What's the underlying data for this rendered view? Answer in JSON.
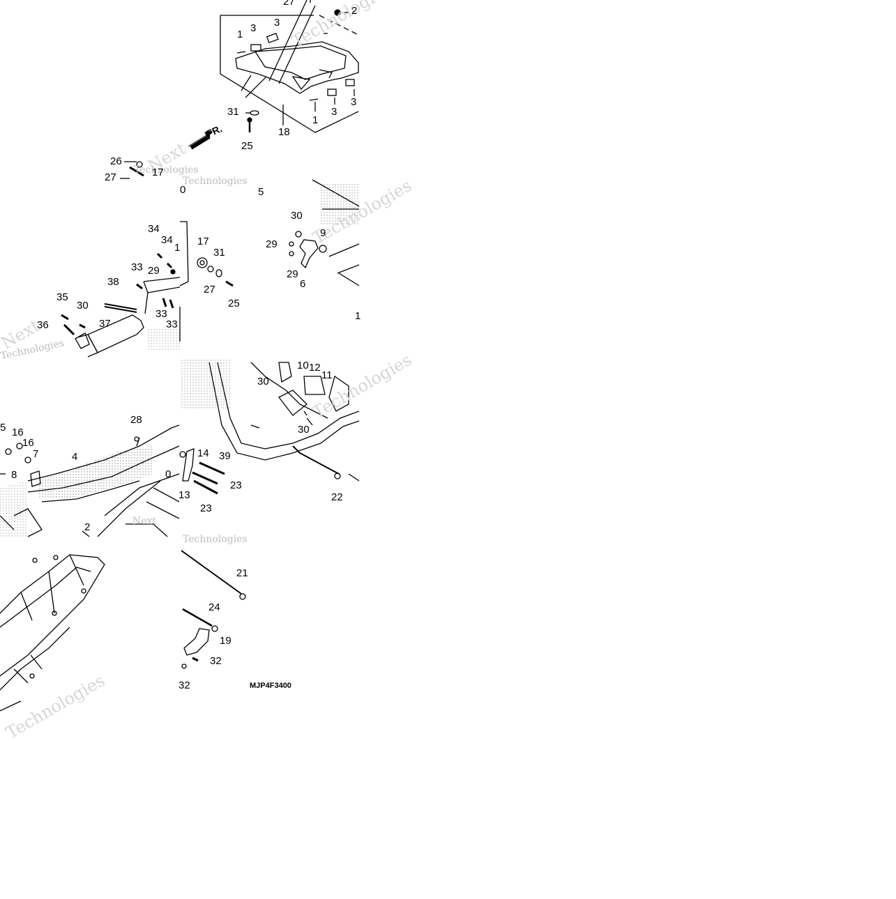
{
  "diagram": {
    "drawing_code": "MJP4F3400",
    "direction_label": "FR.",
    "watermark": {
      "line1": "Next",
      "line2": "Technologies"
    },
    "callouts": [
      {
        "id": "c1",
        "label": "27"
      },
      {
        "id": "c2",
        "label": "2"
      },
      {
        "id": "c3",
        "label": "1"
      },
      {
        "id": "c4",
        "label": "3"
      },
      {
        "id": "c5",
        "label": "3"
      },
      {
        "id": "c6",
        "label": "31"
      },
      {
        "id": "c7",
        "label": "18"
      },
      {
        "id": "c8",
        "label": "1"
      },
      {
        "id": "c9",
        "label": "3"
      },
      {
        "id": "c10",
        "label": "3"
      },
      {
        "id": "c11",
        "label": "25"
      },
      {
        "id": "c12",
        "label": "26"
      },
      {
        "id": "c13",
        "label": "27"
      },
      {
        "id": "c14",
        "label": "17"
      },
      {
        "id": "c15",
        "label": "0"
      },
      {
        "id": "c16",
        "label": "5"
      },
      {
        "id": "c17",
        "label": "34"
      },
      {
        "id": "c18",
        "label": "34"
      },
      {
        "id": "c19",
        "label": "1"
      },
      {
        "id": "c20",
        "label": "17"
      },
      {
        "id": "c21",
        "label": "31"
      },
      {
        "id": "c22",
        "label": "33"
      },
      {
        "id": "c23",
        "label": "29"
      },
      {
        "id": "c24",
        "label": "27"
      },
      {
        "id": "c25",
        "label": "25"
      },
      {
        "id": "c26",
        "label": "38"
      },
      {
        "id": "c27",
        "label": "35"
      },
      {
        "id": "c28",
        "label": "30"
      },
      {
        "id": "c29",
        "label": "37"
      },
      {
        "id": "c30",
        "label": "33"
      },
      {
        "id": "c31",
        "label": "33"
      },
      {
        "id": "c32",
        "label": "36"
      },
      {
        "id": "c33",
        "label": "30"
      },
      {
        "id": "c34",
        "label": "9"
      },
      {
        "id": "c35",
        "label": "29"
      },
      {
        "id": "c36",
        "label": "29"
      },
      {
        "id": "c37",
        "label": "6"
      },
      {
        "id": "c38",
        "label": "1"
      },
      {
        "id": "c39",
        "label": "10"
      },
      {
        "id": "c40",
        "label": "12"
      },
      {
        "id": "c41",
        "label": "11"
      },
      {
        "id": "c42",
        "label": "30"
      },
      {
        "id": "c43",
        "label": "30"
      },
      {
        "id": "c44",
        "label": "28"
      },
      {
        "id": "c45",
        "label": "5"
      },
      {
        "id": "c46",
        "label": "16"
      },
      {
        "id": "c47",
        "label": "16"
      },
      {
        "id": "c48",
        "label": "7"
      },
      {
        "id": "c49",
        "label": "4"
      },
      {
        "id": "c50",
        "label": "8"
      },
      {
        "id": "c51",
        "label": "14"
      },
      {
        "id": "c52",
        "label": "39"
      },
      {
        "id": "c53",
        "label": "23"
      },
      {
        "id": "c54",
        "label": "13"
      },
      {
        "id": "c55",
        "label": "23"
      },
      {
        "id": "c56",
        "label": "22"
      },
      {
        "id": "c57",
        "label": "2"
      },
      {
        "id": "c58",
        "label": "0"
      },
      {
        "id": "c59",
        "label": "21"
      },
      {
        "id": "c60",
        "label": "24"
      },
      {
        "id": "c61",
        "label": "19"
      },
      {
        "id": "c62",
        "label": "32"
      },
      {
        "id": "c63",
        "label": "32"
      }
    ]
  }
}
